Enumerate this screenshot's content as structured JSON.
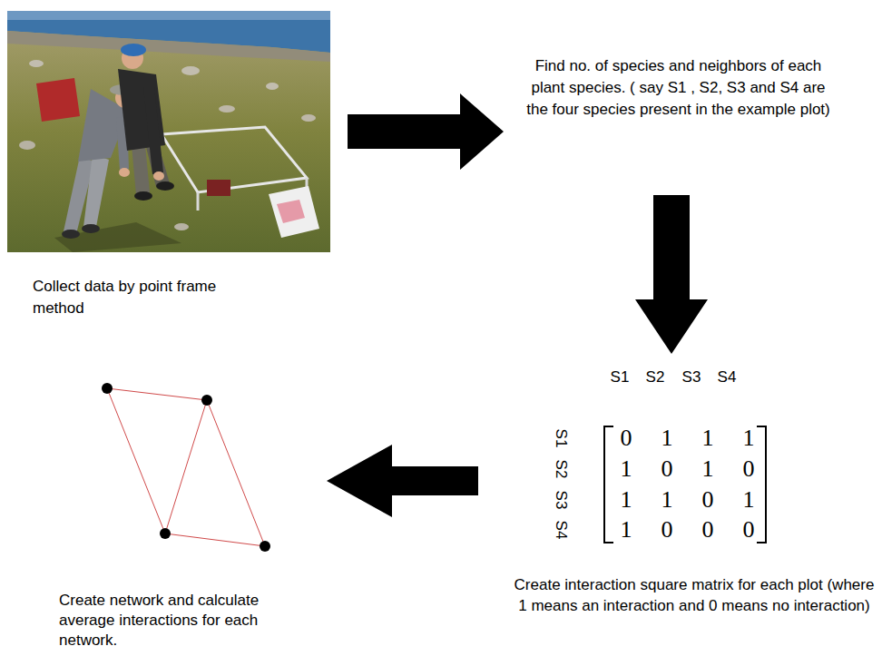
{
  "diagram": {
    "nodes": [
      {
        "text": [
          "Collect data by point frame method"
        ]
      },
      {
        "text": [
          "Find no. of species and neighbors of each plant species. ( say S1 , S2, S3 and S4 are the four species present in the example plot)"
        ]
      },
      {
        "text": [
          "Create interaction square matrix for each plot (where 1 means an interaction and 0 means no interaction)"
        ]
      },
      {
        "text": [
          "Create network and calculate average interactions for each network."
        ]
      }
    ],
    "edges": [
      {
        "from": 0,
        "to": 1,
        "arrow": "to"
      },
      {
        "from": 1,
        "to": 2,
        "arrow": "to"
      },
      {
        "from": 2,
        "to": 3,
        "arrow": "to"
      }
    ],
    "labels": [
      "S1",
      "S2",
      "S3",
      "S4",
      "S1",
      "0",
      "1",
      "1",
      "1",
      "S2",
      "1",
      "0",
      "1",
      "0",
      "S3",
      "1",
      "1",
      "0",
      "1",
      "S4",
      "1",
      "0",
      "0",
      "0"
    ]
  }
}
